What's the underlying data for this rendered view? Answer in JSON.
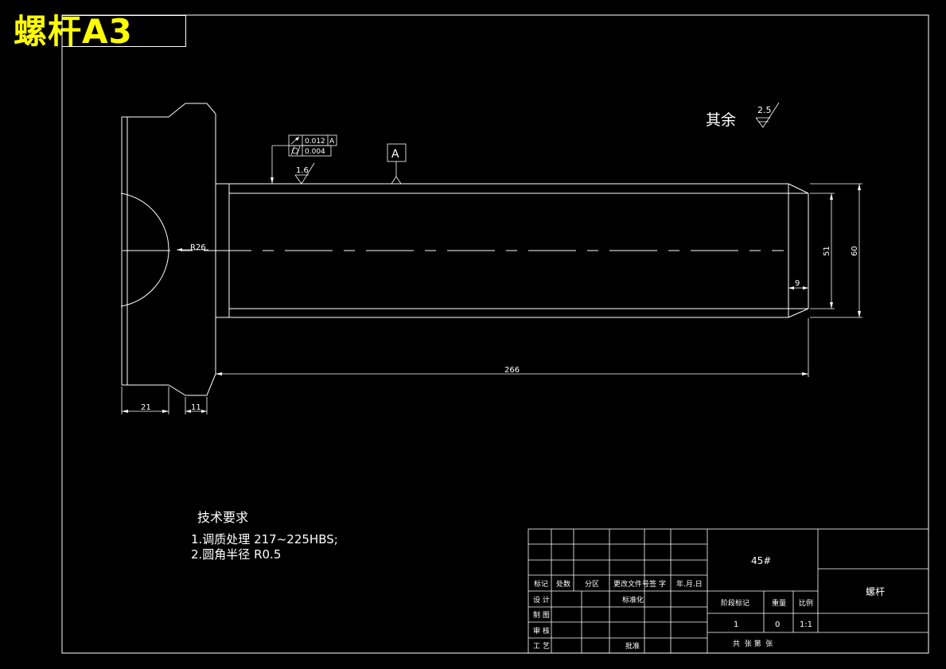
{
  "banner": {
    "title": "螺杆A3",
    "color": "#ffff00"
  },
  "dimensions": {
    "radius": "R26",
    "length": "266",
    "dia_outer": "60",
    "dia_inner": "51",
    "chamfer": "9",
    "head_width": "21",
    "neck_width": "11"
  },
  "roughness": {
    "shaft": "1.6",
    "default_value": "2.5",
    "default_label": "其余"
  },
  "tolerance": {
    "row1_value": "0.012",
    "row1_datum": "A",
    "row2_value": "0.004"
  },
  "datum": {
    "label": "A"
  },
  "requirements": {
    "title": "技术要求",
    "line1": "1.调质处理 217~225HBS;",
    "line2": "2.圆角半径 R0.5"
  },
  "title_block": {
    "header_row": [
      "标记",
      "处数",
      "分区",
      "更改文件号",
      "签 字",
      "年.月.日"
    ],
    "side_labels": [
      "设 计",
      "制 图",
      "审 核",
      "工 艺"
    ],
    "standard_label": "标准化",
    "approve_label": "批准",
    "material": "45#",
    "part_name": "螺杆",
    "stage_label": "阶段标记",
    "weight_label": "重量",
    "scale_label": "比例",
    "stage_value": "1",
    "weight_value": "0",
    "scale_value": "1:1",
    "sheet_label": "共  张 第  张"
  },
  "colors": {
    "background": "#000000",
    "lines": "#ffffff",
    "banner": "#ffff00"
  }
}
